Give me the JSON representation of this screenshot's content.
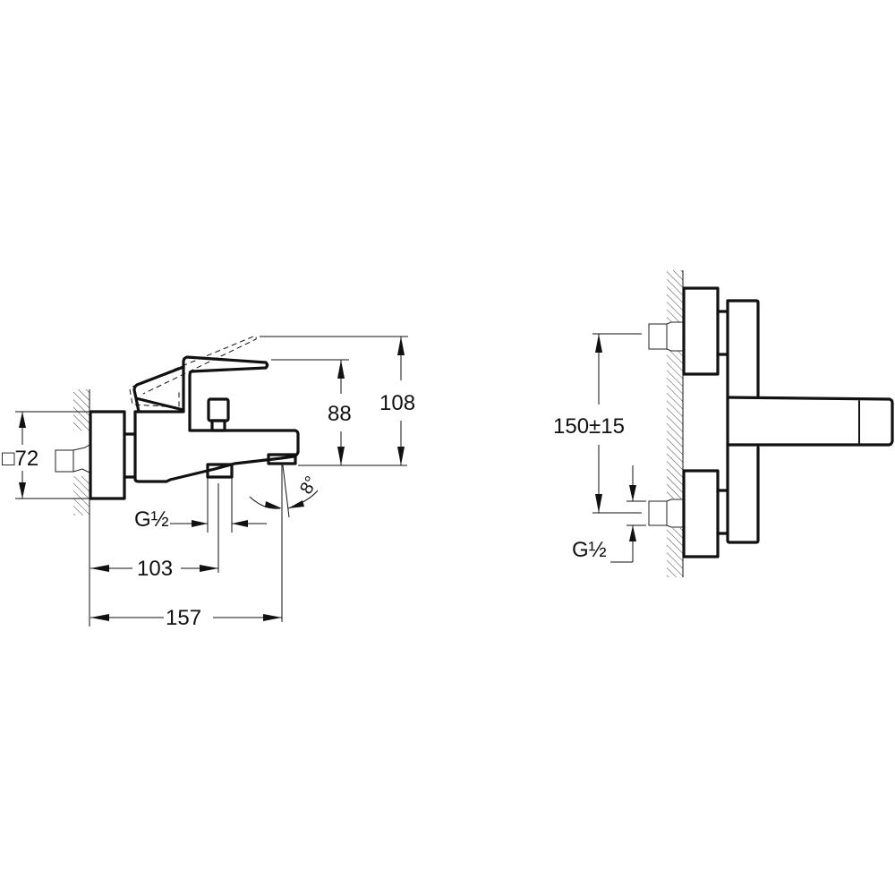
{
  "drawing": {
    "title": "Bath/shower mixer technical drawing",
    "side_view": {
      "dimensions": {
        "wall_plate_square": "□72",
        "inlet_thread": "G½",
        "spout_outlet_distance": "103",
        "total_depth": "157",
        "lever_height": "88",
        "lever_raised_height": "108",
        "spout_angle": "8°"
      }
    },
    "front_view": {
      "dimensions": {
        "inlet_spacing": "150±15",
        "inlet_thread": "G½"
      }
    },
    "colors": {
      "line": "#111111",
      "background": "#ffffff"
    }
  }
}
